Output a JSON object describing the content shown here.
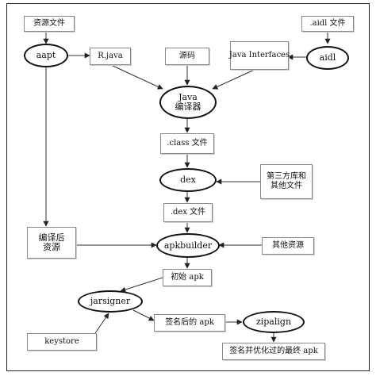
{
  "nodes": {
    "resource_files": "资源文件",
    "aidl_file": ".aidl 文件",
    "aapt": "aapt",
    "r_java": "R.java",
    "source_code": "源码",
    "java_interfaces": "Java Interfaces",
    "aidl": "aidl",
    "java_compiler_line1": "Java",
    "java_compiler_line2": "编译器",
    "class_files": ".class 文件",
    "dex": "dex",
    "third_party_line1": "第三方库和",
    "third_party_line2": "其他文件",
    "dex_files": ".dex 文件",
    "compiled_resources_line1": "编译后",
    "compiled_resources_line2": "资源",
    "apkbuilder": "apkbuilder",
    "other_resources": "其他资源",
    "initial_apk": "初始 apk",
    "jarsigner": "jarsigner",
    "signed_apk": "签名后的 apk",
    "zipalign": "zipalign",
    "keystore": "keystore",
    "final_apk": "签名并优化过的最终 apk"
  },
  "edges": [
    [
      "resource_files",
      "aapt"
    ],
    [
      "aidl_file",
      "aidl"
    ],
    [
      "aapt",
      "r_java"
    ],
    [
      "aidl",
      "java_interfaces"
    ],
    [
      "r_java",
      "java_compiler"
    ],
    [
      "source_code",
      "java_compiler"
    ],
    [
      "java_interfaces",
      "java_compiler"
    ],
    [
      "java_compiler",
      "class_files"
    ],
    [
      "class_files",
      "dex"
    ],
    [
      "third_party",
      "dex"
    ],
    [
      "dex",
      "dex_files"
    ],
    [
      "aapt",
      "compiled_resources"
    ],
    [
      "dex_files",
      "apkbuilder"
    ],
    [
      "compiled_resources",
      "apkbuilder"
    ],
    [
      "other_resources",
      "apkbuilder"
    ],
    [
      "apkbuilder",
      "initial_apk"
    ],
    [
      "initial_apk",
      "jarsigner"
    ],
    [
      "keystore",
      "jarsigner"
    ],
    [
      "jarsigner",
      "signed_apk"
    ],
    [
      "signed_apk",
      "zipalign"
    ],
    [
      "zipalign",
      "final_apk"
    ]
  ]
}
